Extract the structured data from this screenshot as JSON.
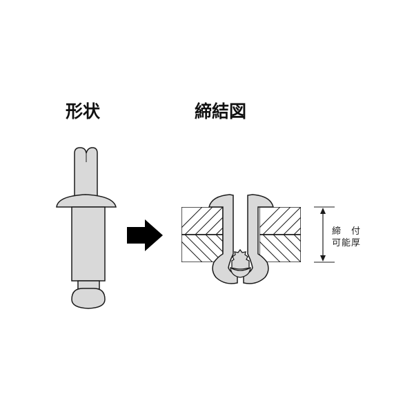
{
  "titles": {
    "shape": "形状",
    "fastened": "締結図"
  },
  "grip_range_label": {
    "line1": "締　付",
    "line2": "可能厚"
  },
  "colors": {
    "rivet_fill": "#d9d9d9",
    "outline": "#1a1a1a",
    "arrow": "#000000",
    "background": "#ffffff"
  }
}
